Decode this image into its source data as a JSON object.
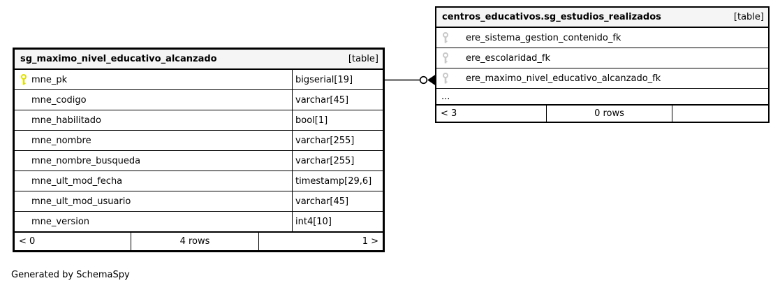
{
  "diagram": {
    "generated_by": "Generated by SchemaSpy"
  },
  "tables": {
    "left": {
      "name": "sg_maximo_nivel_educativo_alcanzado",
      "type_label": "[table]",
      "columns": [
        {
          "name": "mne_pk",
          "type": "bigserial[19]",
          "key": "primary"
        },
        {
          "name": "mne_codigo",
          "type": "varchar[45]",
          "key": "none"
        },
        {
          "name": "mne_habilitado",
          "type": "bool[1]",
          "key": "none"
        },
        {
          "name": "mne_nombre",
          "type": "varchar[255]",
          "key": "none"
        },
        {
          "name": "mne_nombre_busqueda",
          "type": "varchar[255]",
          "key": "none"
        },
        {
          "name": "mne_ult_mod_fecha",
          "type": "timestamp[29,6]",
          "key": "none"
        },
        {
          "name": "mne_ult_mod_usuario",
          "type": "varchar[45]",
          "key": "none"
        },
        {
          "name": "mne_version",
          "type": "int4[10]",
          "key": "none"
        }
      ],
      "footer": {
        "left": "< 0",
        "center": "4 rows",
        "right": "1 >"
      }
    },
    "right": {
      "name": "centros_educativos.sg_estudios_realizados",
      "type_label": "[table]",
      "columns": [
        {
          "name": "ere_sistema_gestion_contenido_fk",
          "key": "foreign"
        },
        {
          "name": "ere_escolaridad_fk",
          "key": "foreign"
        },
        {
          "name": "ere_maximo_nivel_educativo_alcanzado_fk",
          "key": "foreign"
        }
      ],
      "more_columns": "...",
      "footer": {
        "left": "< 3",
        "center": "0 rows",
        "right": ""
      }
    }
  },
  "relationship": {
    "from": "sg_maximo_nivel_educativo_alcanzado.mne_pk",
    "to": "centros_educativos.sg_estudios_realizados.ere_maximo_nivel_educativo_alcanzado_fk",
    "notation": "zero-or-many crow's foot with open circle"
  },
  "colors": {
    "primary_key": "#e0e000",
    "foreign_key": "#c8c8c8",
    "header_bg": "#f5f5f5",
    "border": "#000000"
  }
}
